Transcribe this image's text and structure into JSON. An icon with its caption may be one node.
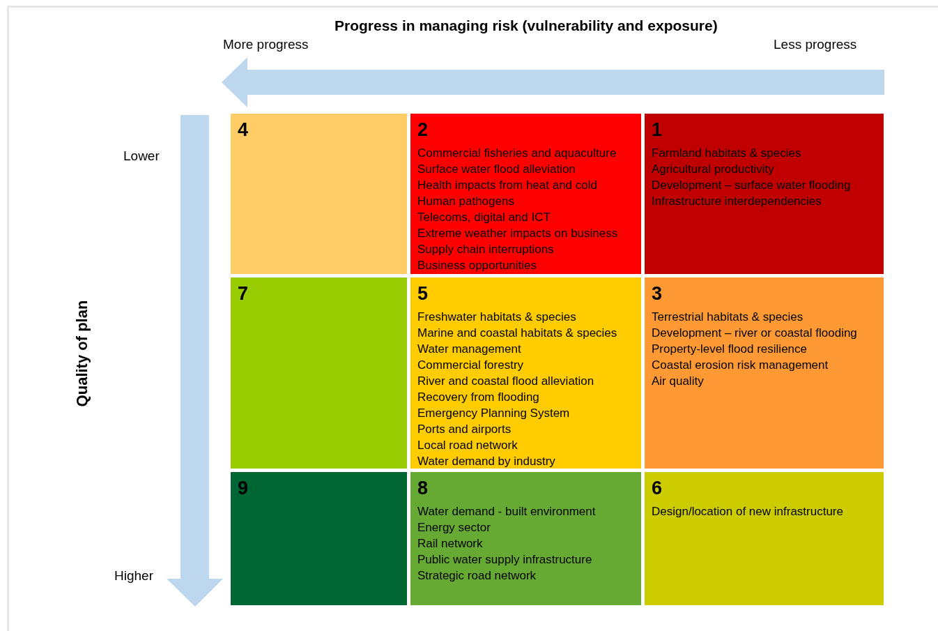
{
  "diagram": {
    "nodes": [
      {
        "text": [
          "4"
        ]
      },
      {
        "text": [
          "2",
          "Commercial fisheries and aquaculture",
          "Surface water flood alleviation",
          "Health impacts from heat and cold",
          "Human pathogens",
          "Telecoms, digital and ICT",
          "Extreme weather impacts on business",
          "Supply chain interruptions",
          "Business opportunities"
        ]
      },
      {
        "text": [
          "1",
          "Farmland habitats & species",
          "Agricultural productivity",
          "Development – surface water flooding",
          "Infrastructure interdependencies"
        ]
      },
      {
        "text": [
          "7"
        ]
      },
      {
        "text": [
          "5",
          "Freshwater habitats & species",
          "Marine and coastal habitats & species",
          "Water management",
          "Commercial forestry",
          "River and coastal flood alleviation",
          "Recovery from flooding",
          "Emergency Planning System",
          "Ports and airports",
          "Local road network",
          "Water demand by industry"
        ]
      },
      {
        "text": [
          "3",
          "Terrestrial habitats & species",
          "Development – river or coastal flooding",
          "Property-level flood resilience",
          "Coastal erosion risk management",
          "Air quality"
        ]
      },
      {
        "text": [
          "9"
        ]
      },
      {
        "text": [
          "8",
          "Water demand - built environment",
          "Energy sector",
          "Rail network",
          "Public water supply infrastructure",
          "Strategic road network"
        ]
      },
      {
        "text": [
          "6",
          "Design/location of new infrastructure"
        ]
      }
    ],
    "labels": [
      "Progress in managing risk (vulnerability and exposure)",
      "More progress",
      "Less progress",
      "Lower",
      "Quality of plan",
      "Higher"
    ]
  }
}
